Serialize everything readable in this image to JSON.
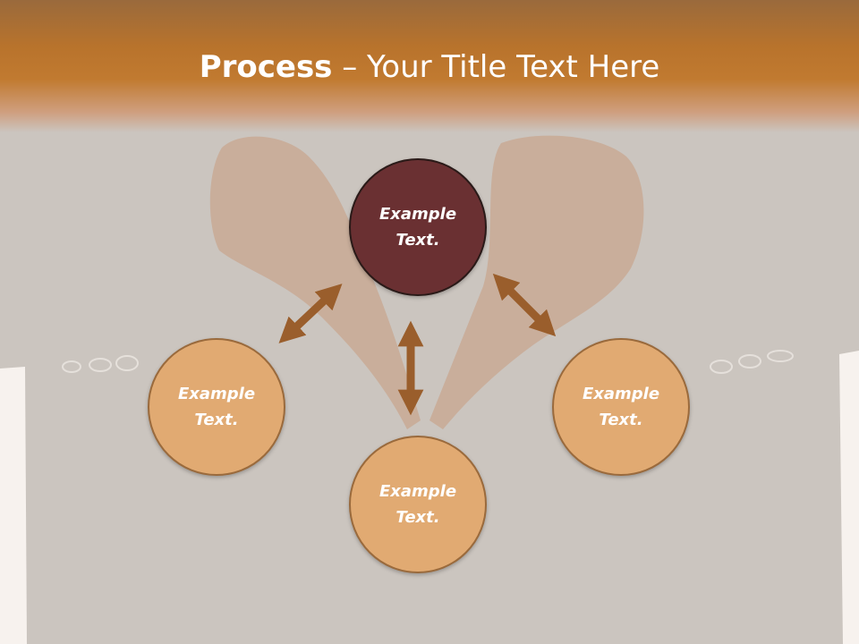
{
  "slide": {
    "title_bold": "Process",
    "title_rest": " – Your Title Text Here"
  },
  "nodes": {
    "top": "Example\nText.",
    "left": "Example\nText.",
    "bottom": "Example\nText.",
    "right": "Example\nText."
  },
  "colors": {
    "header": "#c17a30",
    "top_node": "#6a3032",
    "other_nodes": "#e1aa72",
    "arrows": "#9a5e2c"
  }
}
